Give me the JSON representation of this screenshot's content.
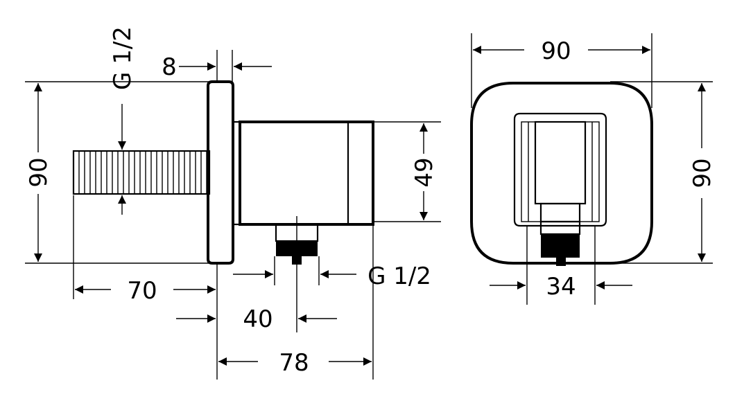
{
  "dimensions": {
    "side_height": "90",
    "thread_top": "G 1/2",
    "flange_thickness": "8",
    "body_height": "49",
    "outlet_thread": "G 1/2",
    "thread_length": "70",
    "outlet_offset": "40",
    "total_depth": "78",
    "front_width": "90",
    "front_height": "90",
    "outlet_width": "34"
  }
}
